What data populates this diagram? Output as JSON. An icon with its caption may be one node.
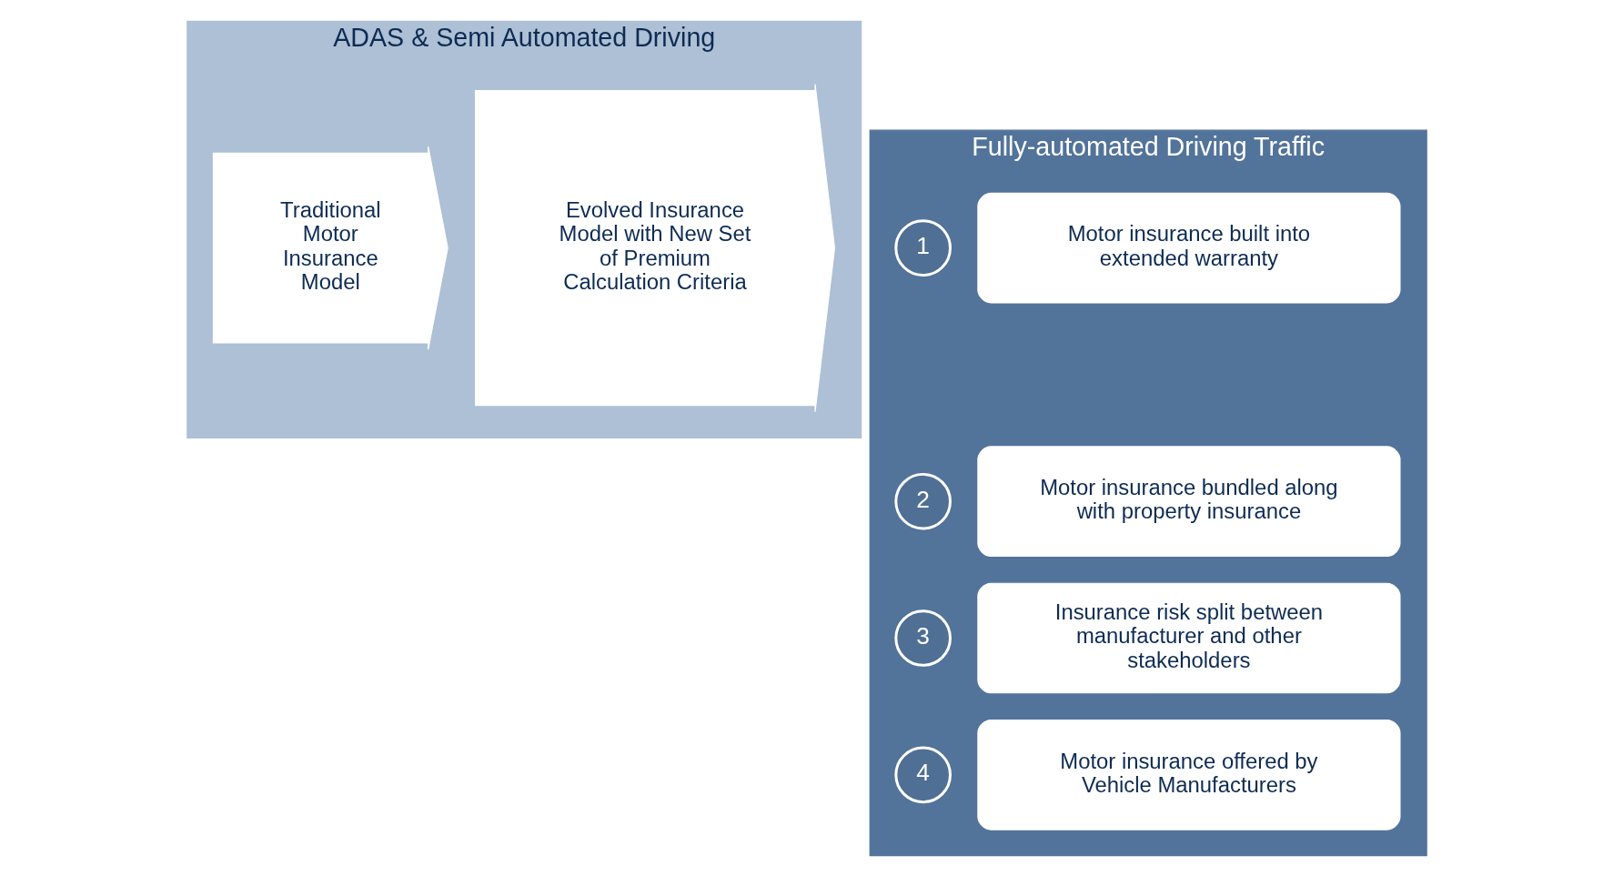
{
  "diagram": {
    "nodes": [
      {
        "text": [
          "ADAS & Semi Automated Driving"
        ]
      },
      {
        "text": [
          "Traditional Motor Insurance Model"
        ],
        "in": 0
      },
      {
        "text": [
          "Evolved Insurance Model with New Set of Premium Calculation Criteria"
        ],
        "in": 0
      },
      {
        "text": [
          "Fully-automated Driving Traffic"
        ]
      },
      {
        "text": [
          "1"
        ],
        "in": 3
      },
      {
        "text": [
          "Motor insurance built into extended warranty"
        ],
        "in": 3
      },
      {
        "text": [
          "2"
        ],
        "in": 3
      },
      {
        "text": [
          "Motor insurance bundled along with property insurance"
        ],
        "in": 3
      },
      {
        "text": [
          "3"
        ],
        "in": 3
      },
      {
        "text": [
          "Insurance risk split between manufacturer and other stakeholders"
        ],
        "in": 3
      },
      {
        "text": [
          "4"
        ],
        "in": 3
      },
      {
        "text": [
          "Motor insurance offered by Vehicle Manufacturers"
        ],
        "in": 3
      }
    ],
    "edges": []
  }
}
